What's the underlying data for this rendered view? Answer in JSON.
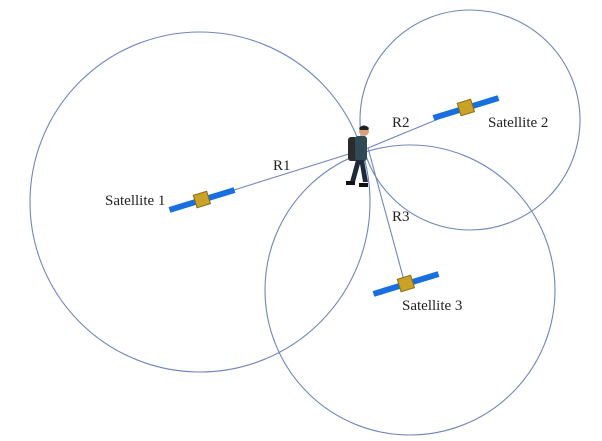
{
  "title": "Satellite trilateration",
  "colors": {
    "circle": "#6f86bf",
    "line": "#6f86bf",
    "panel": "#1a6fe0",
    "body": "#c9a227",
    "person": "#1c2a3a"
  },
  "satellites": [
    {
      "label": "Satellite 1",
      "range_label": "R1"
    },
    {
      "label": "Satellite 2",
      "range_label": "R2"
    },
    {
      "label": "Satellite 3",
      "range_label": "R3"
    }
  ],
  "receiver": {
    "icon": "person-with-backpack-icon"
  }
}
